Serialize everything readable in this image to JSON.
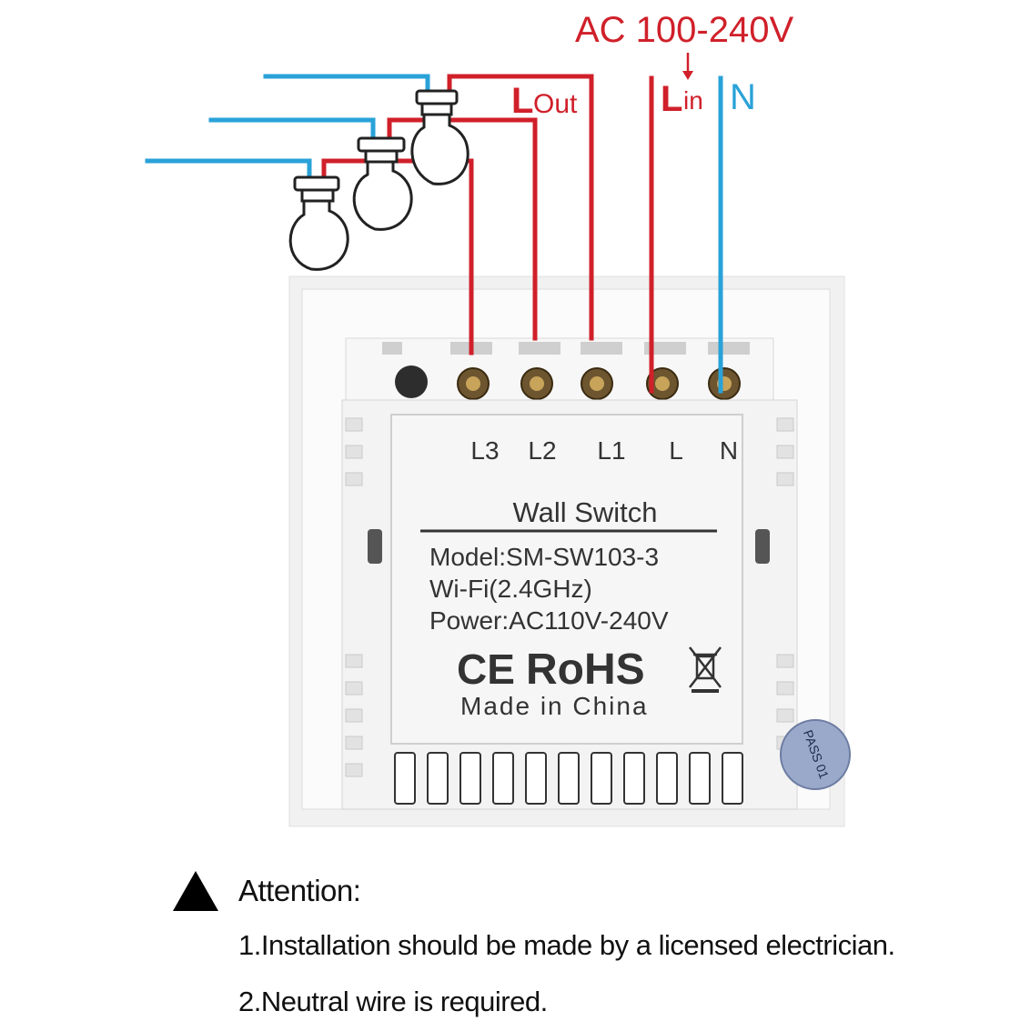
{
  "power_supply": {
    "ac_label": "AC 100-240V",
    "l_in_letter": "L",
    "l_in_sub": "in",
    "n_label": "N",
    "l_out_letter": "L",
    "l_out_sub": "Out"
  },
  "colors": {
    "live_wire": "#d0202a",
    "neutral_wire": "#2aa2d8",
    "switch_body": "#f4f4f4",
    "outline": "#333333"
  },
  "terminals": [
    "L3",
    "L2",
    "L1",
    "L",
    "N"
  ],
  "label_plate": {
    "title": "Wall Switch",
    "model": "Model:SM-SW103-3",
    "wifi": "Wi-Fi(2.4GHz)",
    "power": "Power:AC110V-240V",
    "ce_mark": "CE",
    "rohs_mark": "RoHS",
    "origin": "Made in China"
  },
  "sticker": {
    "text": "PASS 01"
  },
  "icons": {
    "warning": "warning-triangle-icon",
    "bulb": "light-bulb-icon",
    "weee": "crossed-bin-icon"
  },
  "attention": {
    "title": "Attention:",
    "notes": [
      "1.Installation should be made by a licensed electrician.",
      "2.Neutral wire is required."
    ]
  }
}
